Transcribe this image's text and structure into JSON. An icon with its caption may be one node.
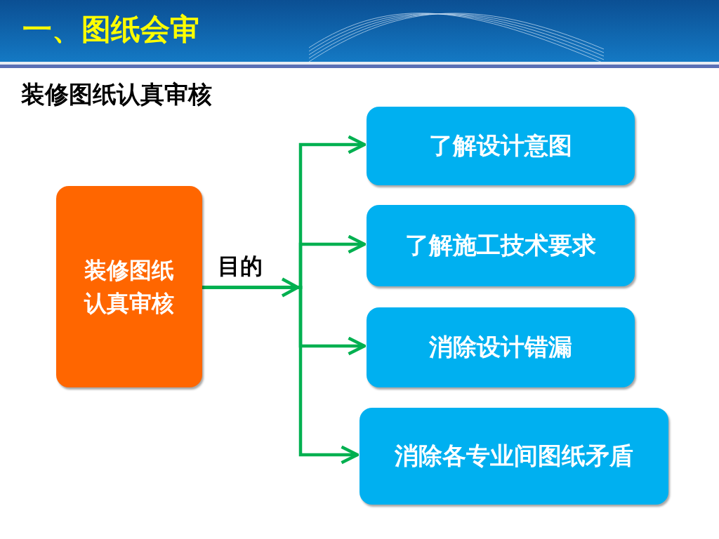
{
  "diagram": {
    "title": "一、图纸会审",
    "nodes": [
      {
        "text": [
          "装修图纸认真审核"
        ]
      },
      {
        "text": [
          "了解设计意图"
        ]
      },
      {
        "text": [
          "了解施工技术要求"
        ]
      },
      {
        "text": [
          "消除设计错漏"
        ]
      },
      {
        "text": [
          "消除各专业间图纸矛盾"
        ]
      }
    ],
    "edges": [
      {
        "from": 0,
        "to": 1,
        "arrow": "to",
        "label": "目的"
      },
      {
        "from": 0,
        "to": 2,
        "arrow": "to"
      },
      {
        "from": 0,
        "to": 3,
        "arrow": "to"
      },
      {
        "from": 0,
        "to": 4,
        "arrow": "to"
      }
    ],
    "labels": [
      "装修图纸认真审核"
    ]
  }
}
